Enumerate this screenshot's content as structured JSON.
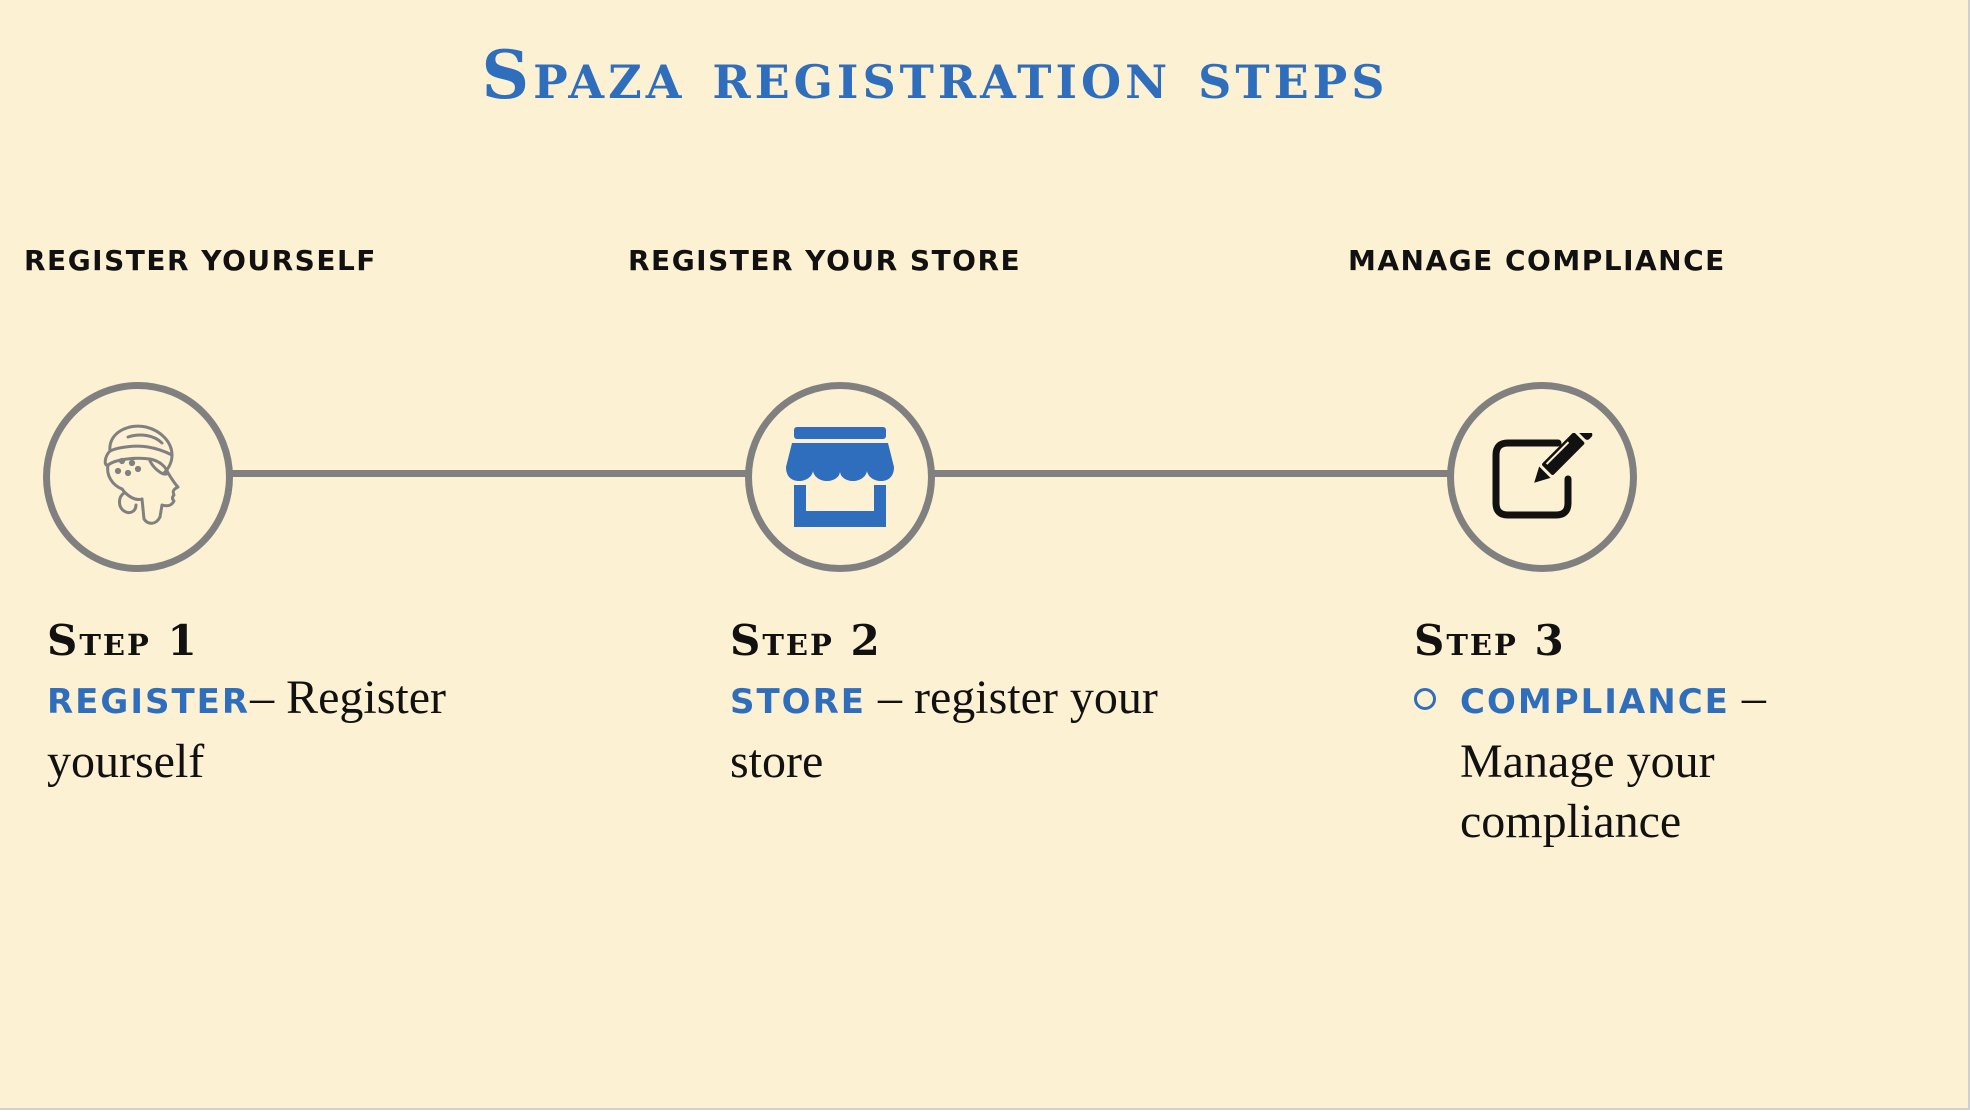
{
  "title": "Spaza registration steps",
  "phases": [
    "REGISTER YOURSELF",
    "REGISTER YOUR STORE",
    "MANAGE COMPLIANCE"
  ],
  "steps": [
    {
      "label": "Step 1",
      "keyword": "REGISTER",
      "text": "– Register yourself",
      "icon": "woman-headwrap-icon"
    },
    {
      "label": "Step 2",
      "keyword": "STORE",
      "text": " – register your store",
      "icon": "storefront-icon"
    },
    {
      "label": "Step 3",
      "keyword": "COMPLIANCE",
      "text": " – Manage your compliance",
      "icon": "edit-document-icon"
    }
  ],
  "colors": {
    "background": "#fdf1d3",
    "accent": "#2f6ebd",
    "connector": "#808080",
    "text": "#111111"
  }
}
